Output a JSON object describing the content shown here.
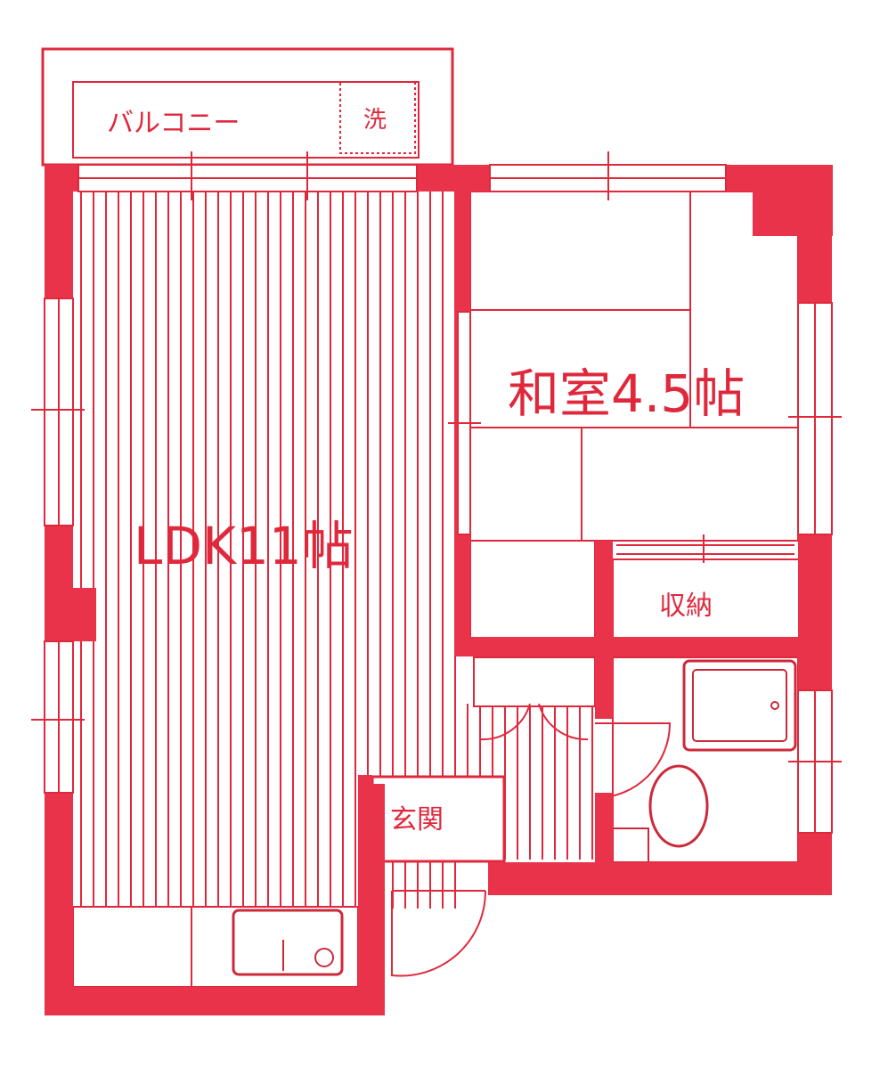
{
  "colors": {
    "wall": "#e8334a",
    "line": "#e0283c",
    "fixture": "#cc2a3a",
    "background": "#ffffff"
  },
  "rooms": {
    "ldk": "LDK11帖",
    "washitsu": "和室4.5帖",
    "balcony": "バルコニー",
    "laundry": "洗",
    "storage": "収納",
    "entrance": "玄関"
  },
  "fixtures": {
    "bathtub": "bathtub-icon",
    "toilet": "toilet-icon",
    "kitchen_sink": "sink-icon"
  }
}
